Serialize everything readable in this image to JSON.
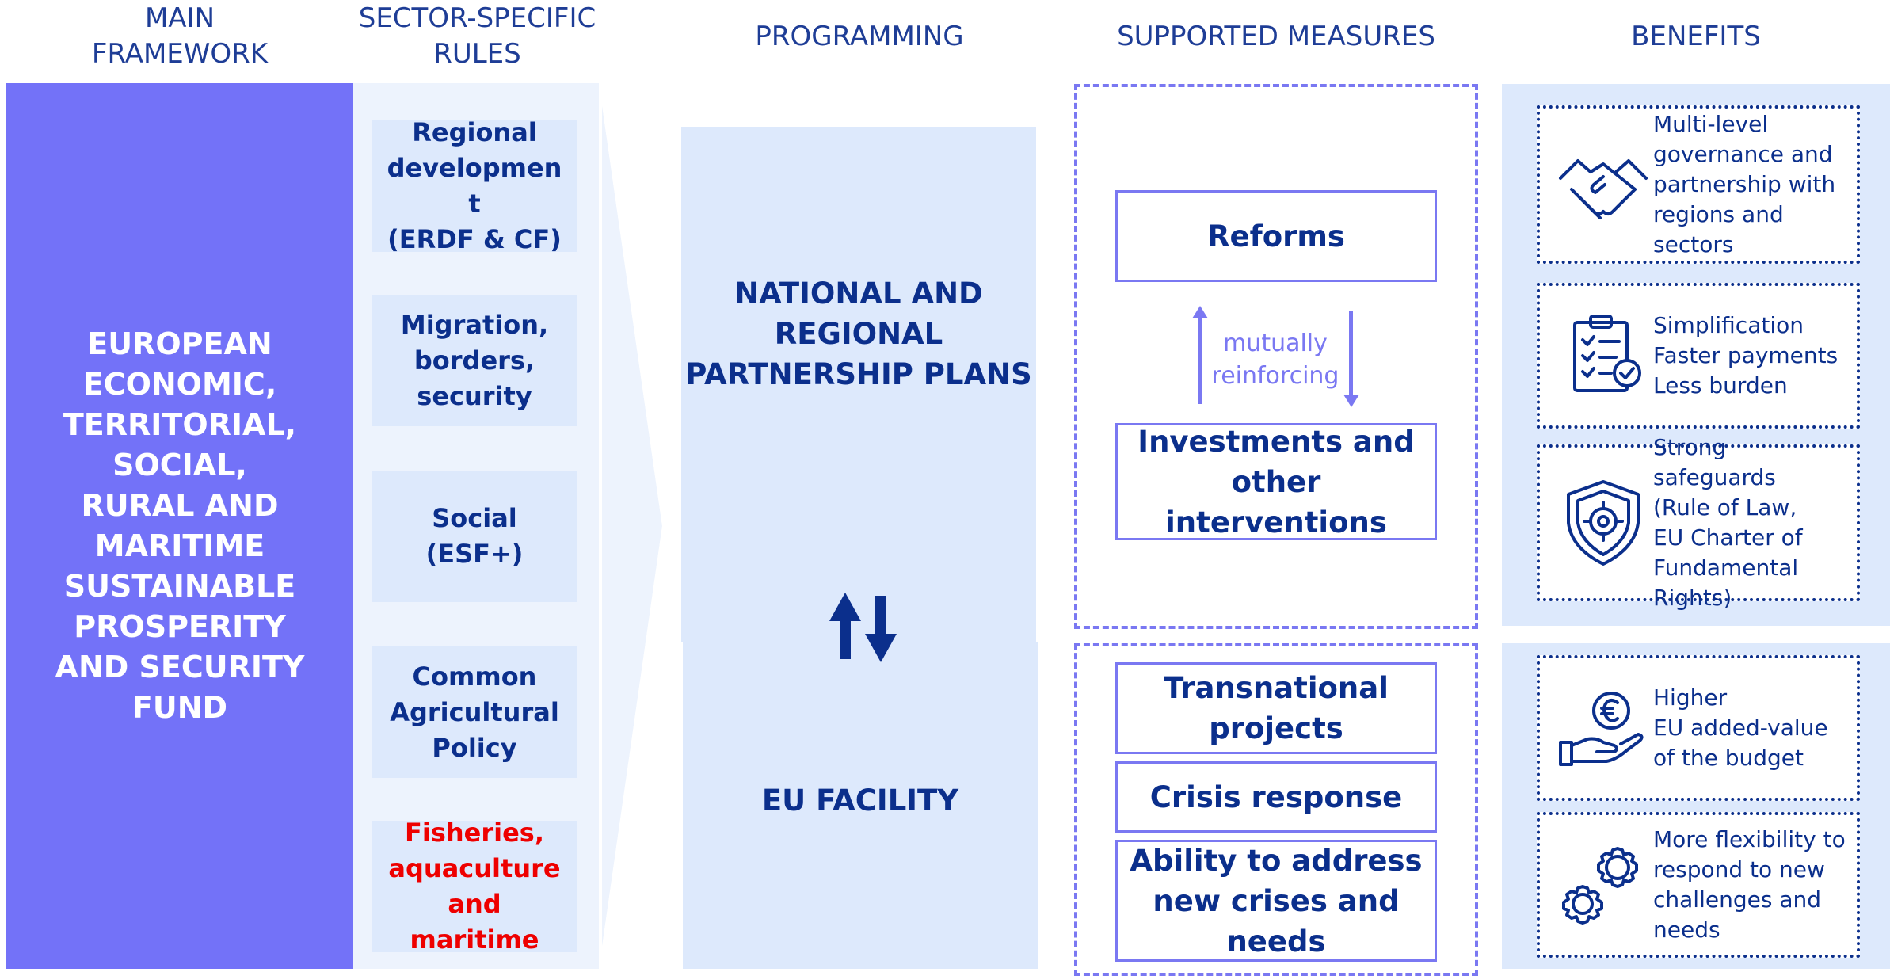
{
  "headers": {
    "main_framework": "MAIN\nFRAMEWORK",
    "sector_rules": "SECTOR-SPECIFIC\nRULES",
    "programming": "PROGRAMMING",
    "supported_measures": "SUPPORTED MEASURES",
    "benefits": "BENEFITS"
  },
  "main_fund": "EUROPEAN\nECONOMIC,\nTERRITORIAL,\nSOCIAL,\nRURAL AND\nMARITIME\nSUSTAINABLE\nPROSPERITY\nAND SECURITY\nFUND",
  "sector_rules": [
    {
      "label": "Regional\ndevelopmen\nt\n(ERDF & CF)",
      "color": "#0b2f8c"
    },
    {
      "label": "Migration,\nborders,\nsecurity",
      "color": "#0b2f8c"
    },
    {
      "label": "Social\n(ESF+)",
      "color": "#0b2f8c"
    },
    {
      "label": "Common\nAgricultural\nPolicy",
      "color": "#0b2f8c"
    },
    {
      "label": "Fisheries,\naquaculture\nand\nmaritime",
      "color": "#ee0000"
    }
  ],
  "programming": {
    "national_plans": "NATIONAL AND\nREGIONAL\nPARTNERSHIP PLANS",
    "eu_facility": "EU FACILITY"
  },
  "measures": {
    "reforms": "Reforms",
    "mutually_reinforcing": "mutually\nreinforcing",
    "investments": "Investments and\nother\ninterventions",
    "transnational": "Transnational\nprojects",
    "crisis_response": "Crisis response",
    "new_crises": "Ability to address\nnew crises and\nneeds"
  },
  "benefits": [
    {
      "text": "Multi-level\ngovernance and\npartnership with\nregions and\nsectors",
      "icon": "handshake-icon"
    },
    {
      "text": "Simplification\nFaster payments\nLess burden",
      "icon": "clipboard-check-icon"
    },
    {
      "text": "Strong safeguards\n(Rule of Law,\nEU Charter of\nFundamental\nRights)",
      "icon": "shield-icon"
    },
    {
      "text": "Higher\nEU added-value\nof the budget",
      "icon": "euro-hand-icon"
    },
    {
      "text": "More flexibility to\nrespond to new\nchallenges and\nneeds",
      "icon": "gears-icon"
    }
  ],
  "colors": {
    "main_panel": "#7372f8",
    "light_panel": "#dde9fc",
    "dark_blue": "#0b2f8c",
    "accent_purple": "#7a78f2",
    "fisheries_red": "#ee0000"
  }
}
